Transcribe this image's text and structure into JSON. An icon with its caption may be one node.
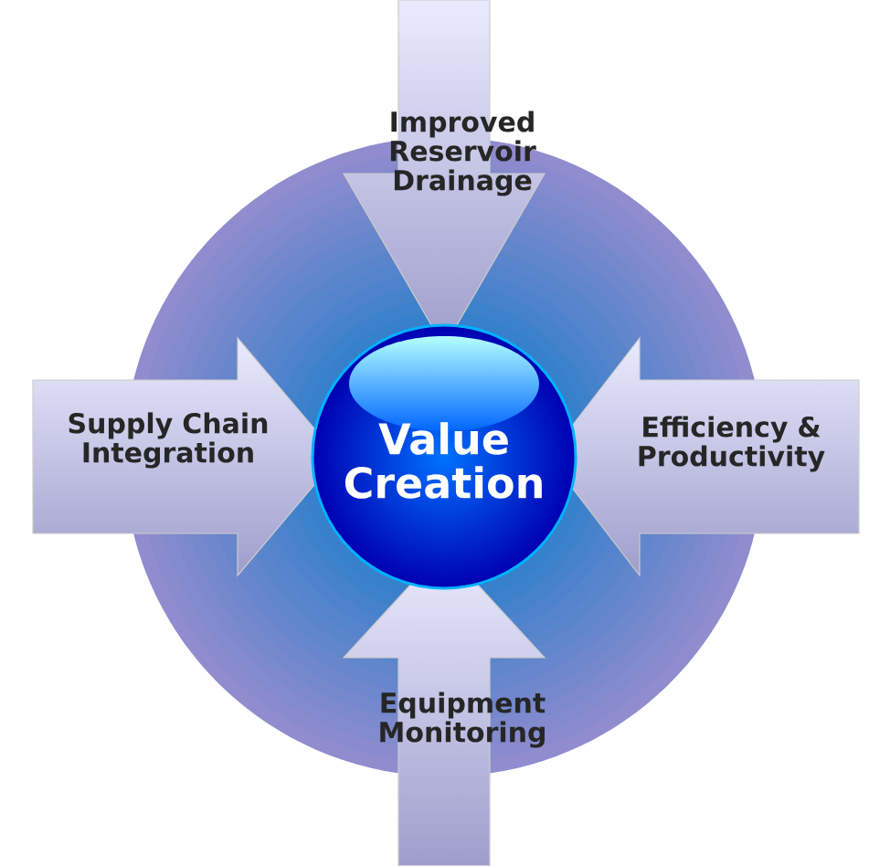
{
  "diagram": {
    "nodes": [
      {
        "text": [
          "Improved Reservoir Drainage"
        ]
      },
      {
        "text": [
          "Supply Chain Integration"
        ]
      },
      {
        "text": [
          "Value Creation"
        ]
      },
      {
        "text": [
          "Efficiency & Productivity"
        ]
      },
      {
        "text": [
          "Equipment Monitoring"
        ]
      }
    ]
  }
}
